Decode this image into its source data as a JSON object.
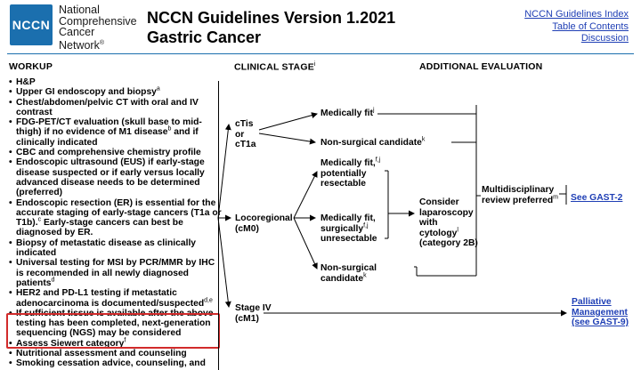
{
  "header": {
    "logo_text": "NCCN",
    "org_lines": [
      "National",
      "Comprehensive",
      "Cancer",
      "Network"
    ],
    "org_reg": "®",
    "title_line1": "NCCN Guidelines Version 1.2021",
    "title_line2": "Gastric Cancer",
    "links": [
      "NCCN Guidelines Index",
      "Table of Contents",
      "Discussion"
    ],
    "rule_color": "#1b6fae"
  },
  "sections": {
    "workup": "WORKUP",
    "clinical_stage": "CLINICAL STAGE",
    "clinical_stage_sup": "i",
    "additional_evaluation": "ADDITIONAL EVALUATION"
  },
  "workup_items": [
    {
      "text": "H&P",
      "sup": ""
    },
    {
      "text": "Upper GI endoscopy and biopsy",
      "sup": "a"
    },
    {
      "text": "Chest/abdomen/pelvic CT with oral and IV contrast",
      "sup": ""
    },
    {
      "text": "FDG-PET/CT evaluation (skull base to mid-thigh) if no evidence of M1 disease",
      "sup": "b",
      "tail": " and if clinically indicated"
    },
    {
      "text": "CBC and comprehensive chemistry profile",
      "sup": ""
    },
    {
      "text": "Endoscopic ultrasound (EUS) if early-stage disease suspected or if early versus locally advanced disease needs to be determined (preferred)",
      "sup": ""
    },
    {
      "text": "Endoscopic resection (ER) is essential for the accurate staging of early-stage cancers (T1a or T1b).",
      "sup": "c",
      "tail": " Early-stage cancers can best be diagnosed by ER."
    },
    {
      "text": "Biopsy of metastatic disease as clinically indicated",
      "sup": ""
    },
    {
      "text": "Universal testing for MSI by PCR/MMR by IHC is recommended in all newly diagnosed patients",
      "sup": "d"
    },
    {
      "text": "HER2 and PD-L1 testing if metastatic adenocarcinoma is documented/suspected",
      "sup": "d,e"
    },
    {
      "text": "If sufficient tissue is available after the above testing has been completed, next-generation sequencing (NGS) may be considered",
      "sup": ""
    },
    {
      "text": "Assess Siewert category",
      "sup": "f"
    },
    {
      "text": "Nutritional assessment and counseling",
      "sup": ""
    },
    {
      "text": "Smoking cessation advice, counseling, and",
      "sup": ""
    }
  ],
  "stages": {
    "ctis": {
      "line1": "cTis",
      "line2": "or",
      "line3": "cT1a"
    },
    "locoregional": {
      "line1": "Locoregional",
      "line2": "(cM0)"
    },
    "stage4": {
      "line1": "Stage IV",
      "line2": "(cM1)"
    }
  },
  "branches": {
    "medically_fit": {
      "text": "Medically fit",
      "sup": "j"
    },
    "nonsurgical": {
      "text": "Non-surgical candidate",
      "sup": "k"
    },
    "medfit_resectable": {
      "line1": "Medically fit,",
      "sup": "f,j",
      "line2": "potentially",
      "line3": "resectable"
    },
    "medfit_unresectable": {
      "line1": "Medically fit,",
      "line2": "surgically",
      "sup": "f,j",
      "line3": "unresectable"
    },
    "nonsurgical2": {
      "line1": "Non-surgical",
      "line2": "candidate",
      "sup": "k"
    },
    "laparoscopy": {
      "line1": "Consider",
      "line2": "laparoscopy",
      "line3": "with",
      "line4": "cytology",
      "sup": "l",
      "line5": "(category 2B)"
    },
    "mdt": {
      "line1": "Multidisciplinary",
      "line2": "review preferred",
      "sup": "m"
    }
  },
  "outcomes": {
    "see_gast2": "See GAST-2",
    "palliative_line1": "Palliative",
    "palliative_line2": "Management",
    "palliative_line3": "(see GAST-9)"
  },
  "highlight_color": "#d22b2b"
}
